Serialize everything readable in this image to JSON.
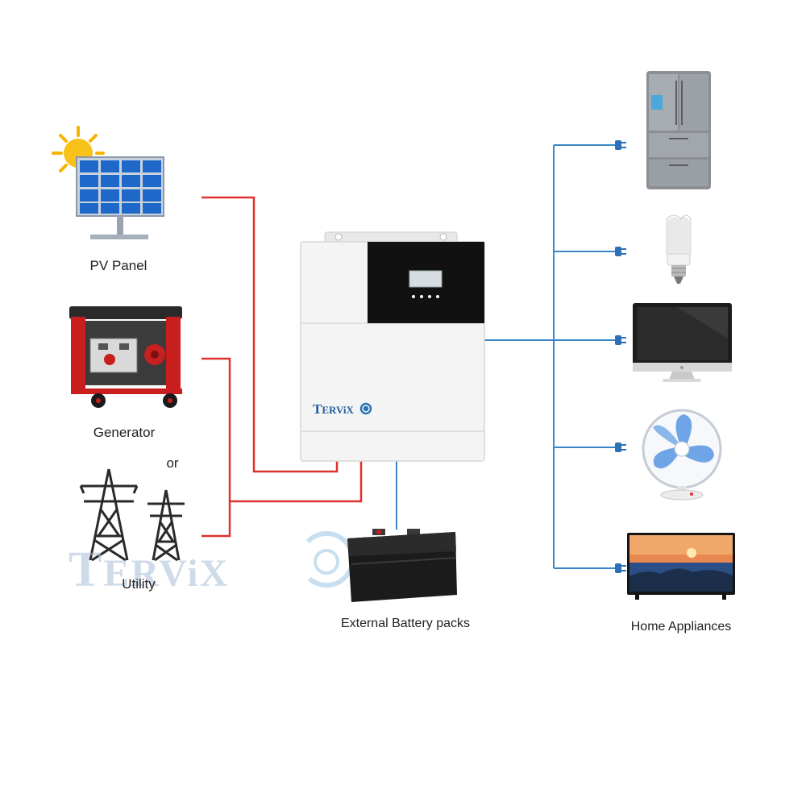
{
  "labels": {
    "pv_panel": "PV Panel",
    "generator": "Generator",
    "or": "or",
    "utility": "Utility",
    "battery": "External Battery packs",
    "appliances": "Home Appliances"
  },
  "inverter": {
    "brand_first": "T",
    "brand_rest": "ERViX"
  },
  "watermark": {
    "first": "T",
    "rest": "ERViX"
  },
  "colors": {
    "input_wire": "#e03030",
    "output_wire": "#3a86c8",
    "inverter_body": "#f4f4f4",
    "inverter_panel": "#111111",
    "brand": "#1f5fa0"
  }
}
